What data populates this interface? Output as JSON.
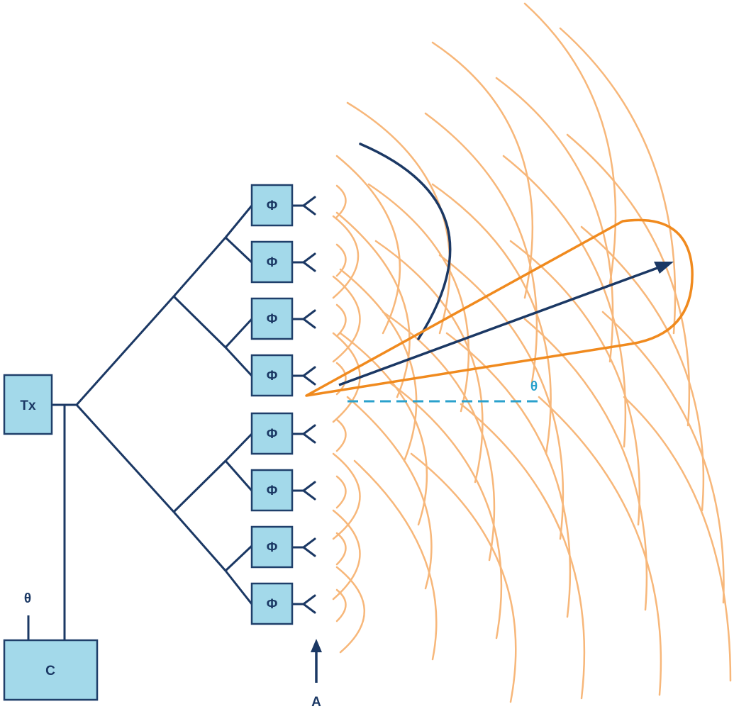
{
  "labels": {
    "tx": "Tx",
    "controller": "C",
    "controller_input": "θ",
    "steering_angle": "θ",
    "array_label": "A"
  },
  "phase_shifters": {
    "symbol": "Φ",
    "count": 8
  },
  "colors": {
    "box_fill": "#a3d9ea",
    "box_stroke": "#1f3f6a",
    "line": "#1b3864",
    "wave": "#f7b77a",
    "beam": "#f08a1e",
    "angle_line": "#2aa1cc"
  }
}
